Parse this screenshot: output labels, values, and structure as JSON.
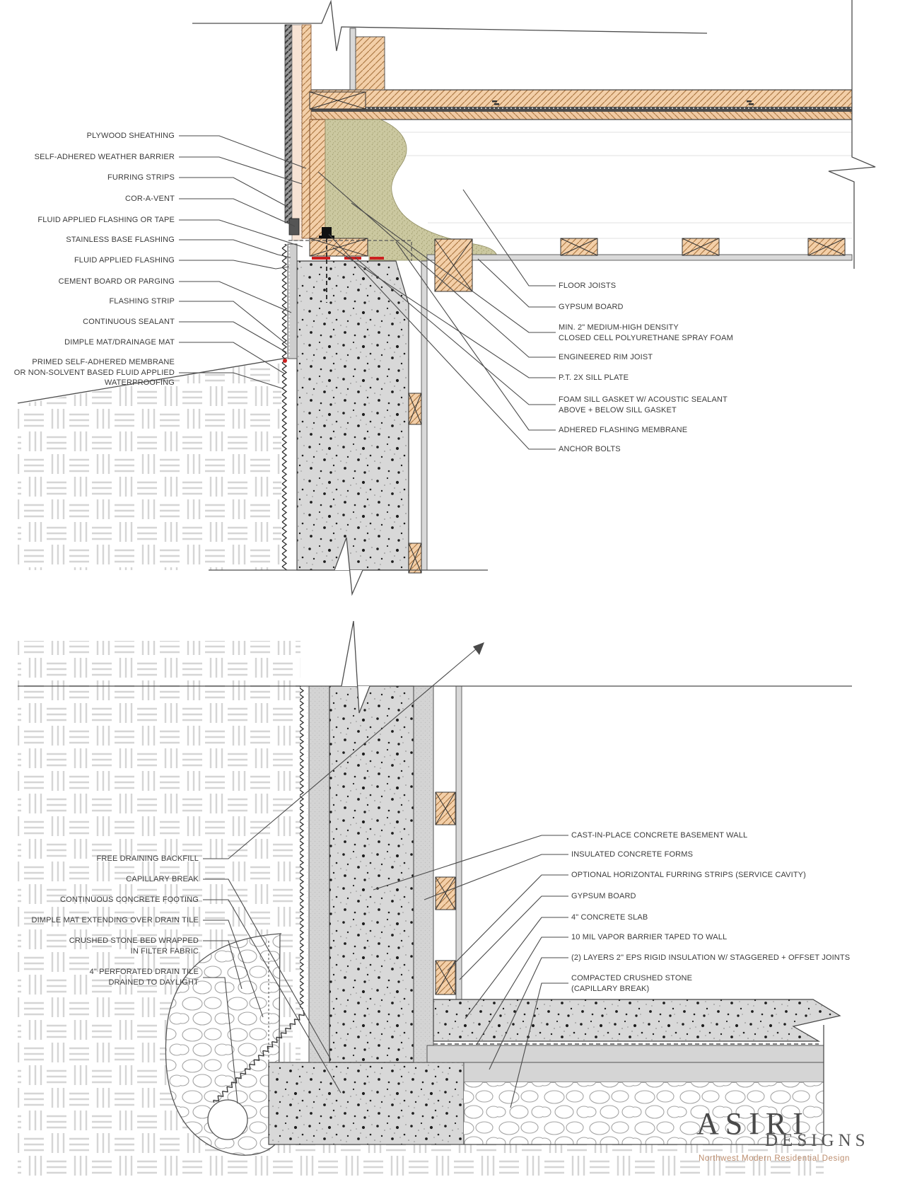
{
  "upper": {
    "left": [
      "PLYWOOD SHEATHING",
      "SELF-ADHERED WEATHER BARRIER",
      "FURRING STRIPS",
      "COR-A-VENT",
      "FLUID APPLIED FLASHING OR TAPE",
      "STAINLESS BASE FLASHING",
      "FLUID APPLIED FLASHING",
      "CEMENT BOARD OR PARGING",
      "FLASHING STRIP",
      "CONTINUOUS SEALANT",
      "DIMPLE MAT/DRAINAGE MAT",
      "PRIMED SELF-ADHERED MEMBRANE\nOR NON-SOLVENT BASED FLUID APPLIED\nWATERPROOFING"
    ],
    "right": [
      "FLOOR JOISTS",
      "GYPSUM BOARD",
      "MIN.  2\" MEDIUM-HIGH DENSITY\nCLOSED CELL POLYURETHANE SPRAY FOAM",
      "ENGINEERED RIM JOIST",
      "P.T. 2X SILL PLATE",
      "FOAM SILL GASKET W/ ACOUSTIC SEALANT\nABOVE + BELOW SILL GASKET",
      "ADHERED FLASHING MEMBRANE",
      "ANCHOR BOLTS"
    ]
  },
  "lower": {
    "left": [
      "FREE DRAINING BACKFILL",
      "CAPILLARY BREAK",
      "CONTINUOUS CONCRETE FOOTING",
      "DIMPLE MAT EXTENDING OVER DRAIN TILE",
      "CRUSHED STONE BED WRAPPED\nIN FILTER FABRIC",
      "4\" PERFORATED DRAIN TILE\nDRAINED TO DAYLIGHT"
    ],
    "right": [
      "CAST-IN-PLACE CONCRETE BASEMENT WALL",
      "INSULATED CONCRETE FORMS",
      "OPTIONAL HORIZONTAL FURRING STRIPS (SERVICE CAVITY)",
      "GYPSUM BOARD",
      "4\" CONCRETE SLAB",
      "10 MIL VAPOR BARRIER TAPED TO WALL",
      "(2) LAYERS 2\" EPS RIGID INSULATION W/ STAGGERED + OFFSET JOINTS",
      "COMPACTED CRUSHED STONE\n(CAPILLARY BREAK)"
    ]
  },
  "branding": {
    "name": "ASIRI",
    "suffix": "DESIGNS",
    "tagline": "Northwest Modern Residential Design"
  },
  "colors": {
    "wood": "#f3cfa8",
    "wood_hatch": "#a8743f",
    "spray_foam": "#cbc8a0",
    "concrete": "#d8d8d8",
    "gasket_red": "#cc2020",
    "tagline": "#bd8e6f"
  }
}
